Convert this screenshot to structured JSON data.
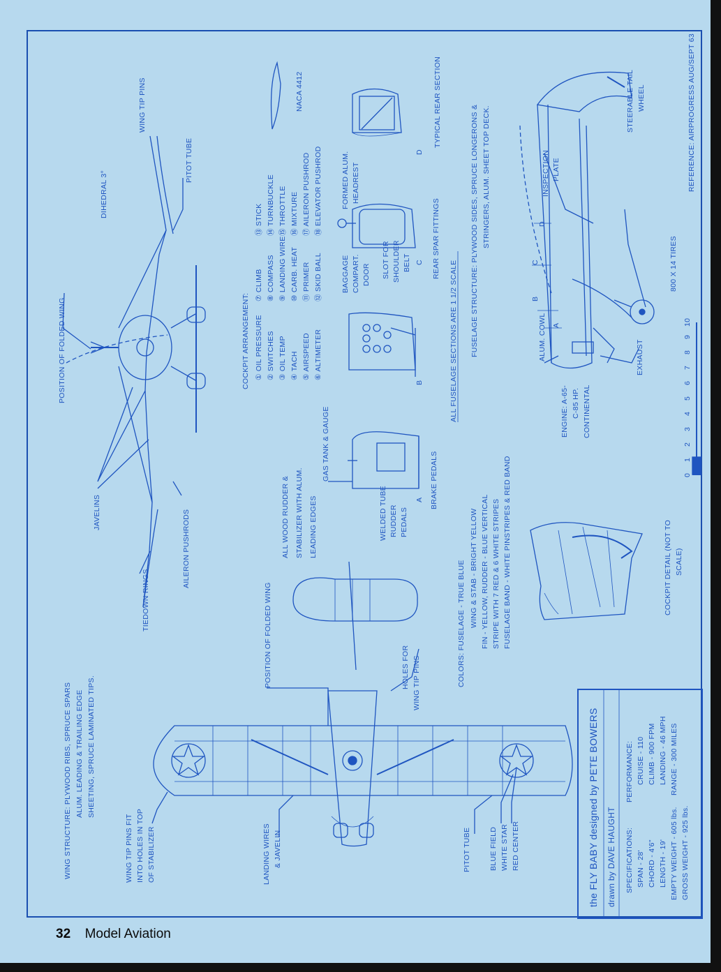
{
  "footer": {
    "page_number": "32",
    "magazine": "Model Aviation"
  },
  "front_view": {
    "wing_tip_pins": "WING TIP PINS",
    "pitot_tube": "PITOT TUBE",
    "dihedral": "DIHEDRAL 3°",
    "position_folded_wing": "POSITION OF FOLDED WING",
    "javelins": "JAVELINS",
    "aileron_pushrods": "AILERON PUSHRODS",
    "tiedown_rings": "TIEDOWN RINGS"
  },
  "airfoil": {
    "name": "NACA 4412"
  },
  "cockpit": {
    "heading": "COCKPIT ARRANGEMENT:",
    "items": [
      "① OIL PRESSURE",
      "② SWITCHES",
      "③ OIL TEMP",
      "④ TACH",
      "⑤ AIRSPEED",
      "⑥ ALTIMETER",
      "⑦ CLIMB",
      "⑧ COMPASS",
      "⑨ LANDING WIRE",
      "⑩ CARB. HEAT",
      "⑪ PRIMER",
      "⑫ SKID BALL",
      "⑬ STICK",
      "⑭ TURNBUCKLE",
      "⑮ THROTTLE",
      "⑯ MIXTURE",
      "⑰ AILERON PUSHROD",
      "⑱ ELEVATOR PUSHROD"
    ]
  },
  "sections": {
    "typical_rear": "TYPICAL REAR SECTION",
    "letter_d": "D",
    "formed_headrest_1": "FORMED ALUM.",
    "formed_headrest_2": "HEADREST",
    "rear_spar": "REAR SPAR FITTINGS",
    "baggage_1": "BAGGAGE",
    "baggage_2": "COMPART.",
    "baggage_3": "DOOR",
    "slot_1": "SLOT FOR",
    "slot_2": "SHOULDER",
    "slot_3": "BELT",
    "letter_c": "C",
    "letter_b": "B",
    "letter_a": "A",
    "gas_tank": "GAS TANK & GAUGE",
    "welded_1": "WELDED TUBE",
    "welded_2": "RUDDER",
    "welded_3": "PEDALS",
    "brake_pedals": "BRAKE PEDALS",
    "scale_note": "ALL FUSELAGE SECTIONS ARE 1 1/2 SCALE",
    "structure_1": "FUSELAGE STRUCTURE: PLYWOOD SIDES, SPRUCE LONGERONS &",
    "structure_2": "STRINGERS, ALUM. SHEET TOP DECK."
  },
  "side_view": {
    "steerable_1": "STEERABLE TAIL",
    "steerable_2": "WHEEL",
    "reference": "REFERENCE: AIRPROGRESS AUG/SEPT 63",
    "inspection_1": "INSPECTION",
    "inspection_2": "PLATE",
    "tires": "800 X 14 TIRES",
    "alum_cowl": "ALUM. COWL",
    "exhaust": "EXHAUST",
    "engine_1": "ENGINE: A-65-",
    "engine_2": "C-85 HP.",
    "engine_3": "CONTINENTAL",
    "scale_ticks": [
      "0",
      "1",
      "2",
      "3",
      "4",
      "5",
      "6",
      "7",
      "8",
      "9",
      "10"
    ],
    "sec_a": "A",
    "sec_b": "B",
    "sec_c": "C",
    "sec_d": "D"
  },
  "tail_notes": {
    "wood_1": "ALL WOOD RUDDER &",
    "wood_2": "STABILIZER WITH ALUM.",
    "wood_3": "LEADING EDGES"
  },
  "colors_note": {
    "line1": "COLORS: FUSELAGE - TRUE BLUE",
    "line2": "WING & STAB - BRIGHT YELLOW",
    "line3": "FIN - YELLOW, RUDDER - BLUE VERTICAL",
    "line4": "STRIPE WITH 7 RED & 6 WHITE STRIPES",
    "line5": "FUSELAGE BAND - WHITE PINSTRIPES & RED BAND"
  },
  "cockpit_detail": {
    "line1": "COCKPIT DETAIL (NOT TO",
    "line2": "SCALE)"
  },
  "top_view": {
    "wing_structure_1": "WING STRUCTURE: PLYWOOD RIBS, SPRUCE SPARS",
    "wing_structure_2": "ALUM. LEADING & TRAILING EDGE",
    "wing_structure_3": "SHEETING, SPRUCE LAMINATED TIPS.",
    "position_folded": "POSITION OF FOLDED WING",
    "holes_1": "HOLES FOR",
    "holes_2": "WING TIP PINS",
    "pins_1": "WING TIP PINS FIT",
    "pins_2": "INTO HOLES IN TOP",
    "pins_3": "OF STABILIZER",
    "landing_1": "LANDING WIRES",
    "landing_2": "& JAVELIN",
    "pitot": "PITOT TUBE",
    "blue_field": "BLUE FIELD",
    "white_star": "WHITE STAR",
    "red_center": "RED CENTER"
  },
  "title_block": {
    "line1": "the FLY BABY    designed by PETE BOWERS",
    "line2": "drawn by DAVE HAUGHT",
    "spec_heading": "SPECIFICATIONS:",
    "specs": [
      "SPAN - 28'",
      "CHORD - 4'6\"",
      "LENGTH - 19'",
      "EMPTY WEIGHT - 605 lbs.",
      "GROSS WEIGHT - 925 lbs."
    ],
    "perf_heading": "PERFORMANCE:",
    "perf": [
      "CRUISE - 110",
      "CLIMB - 900 FPM",
      "LANDING - 46 MPH",
      "RANGE - 300 MILES"
    ]
  }
}
